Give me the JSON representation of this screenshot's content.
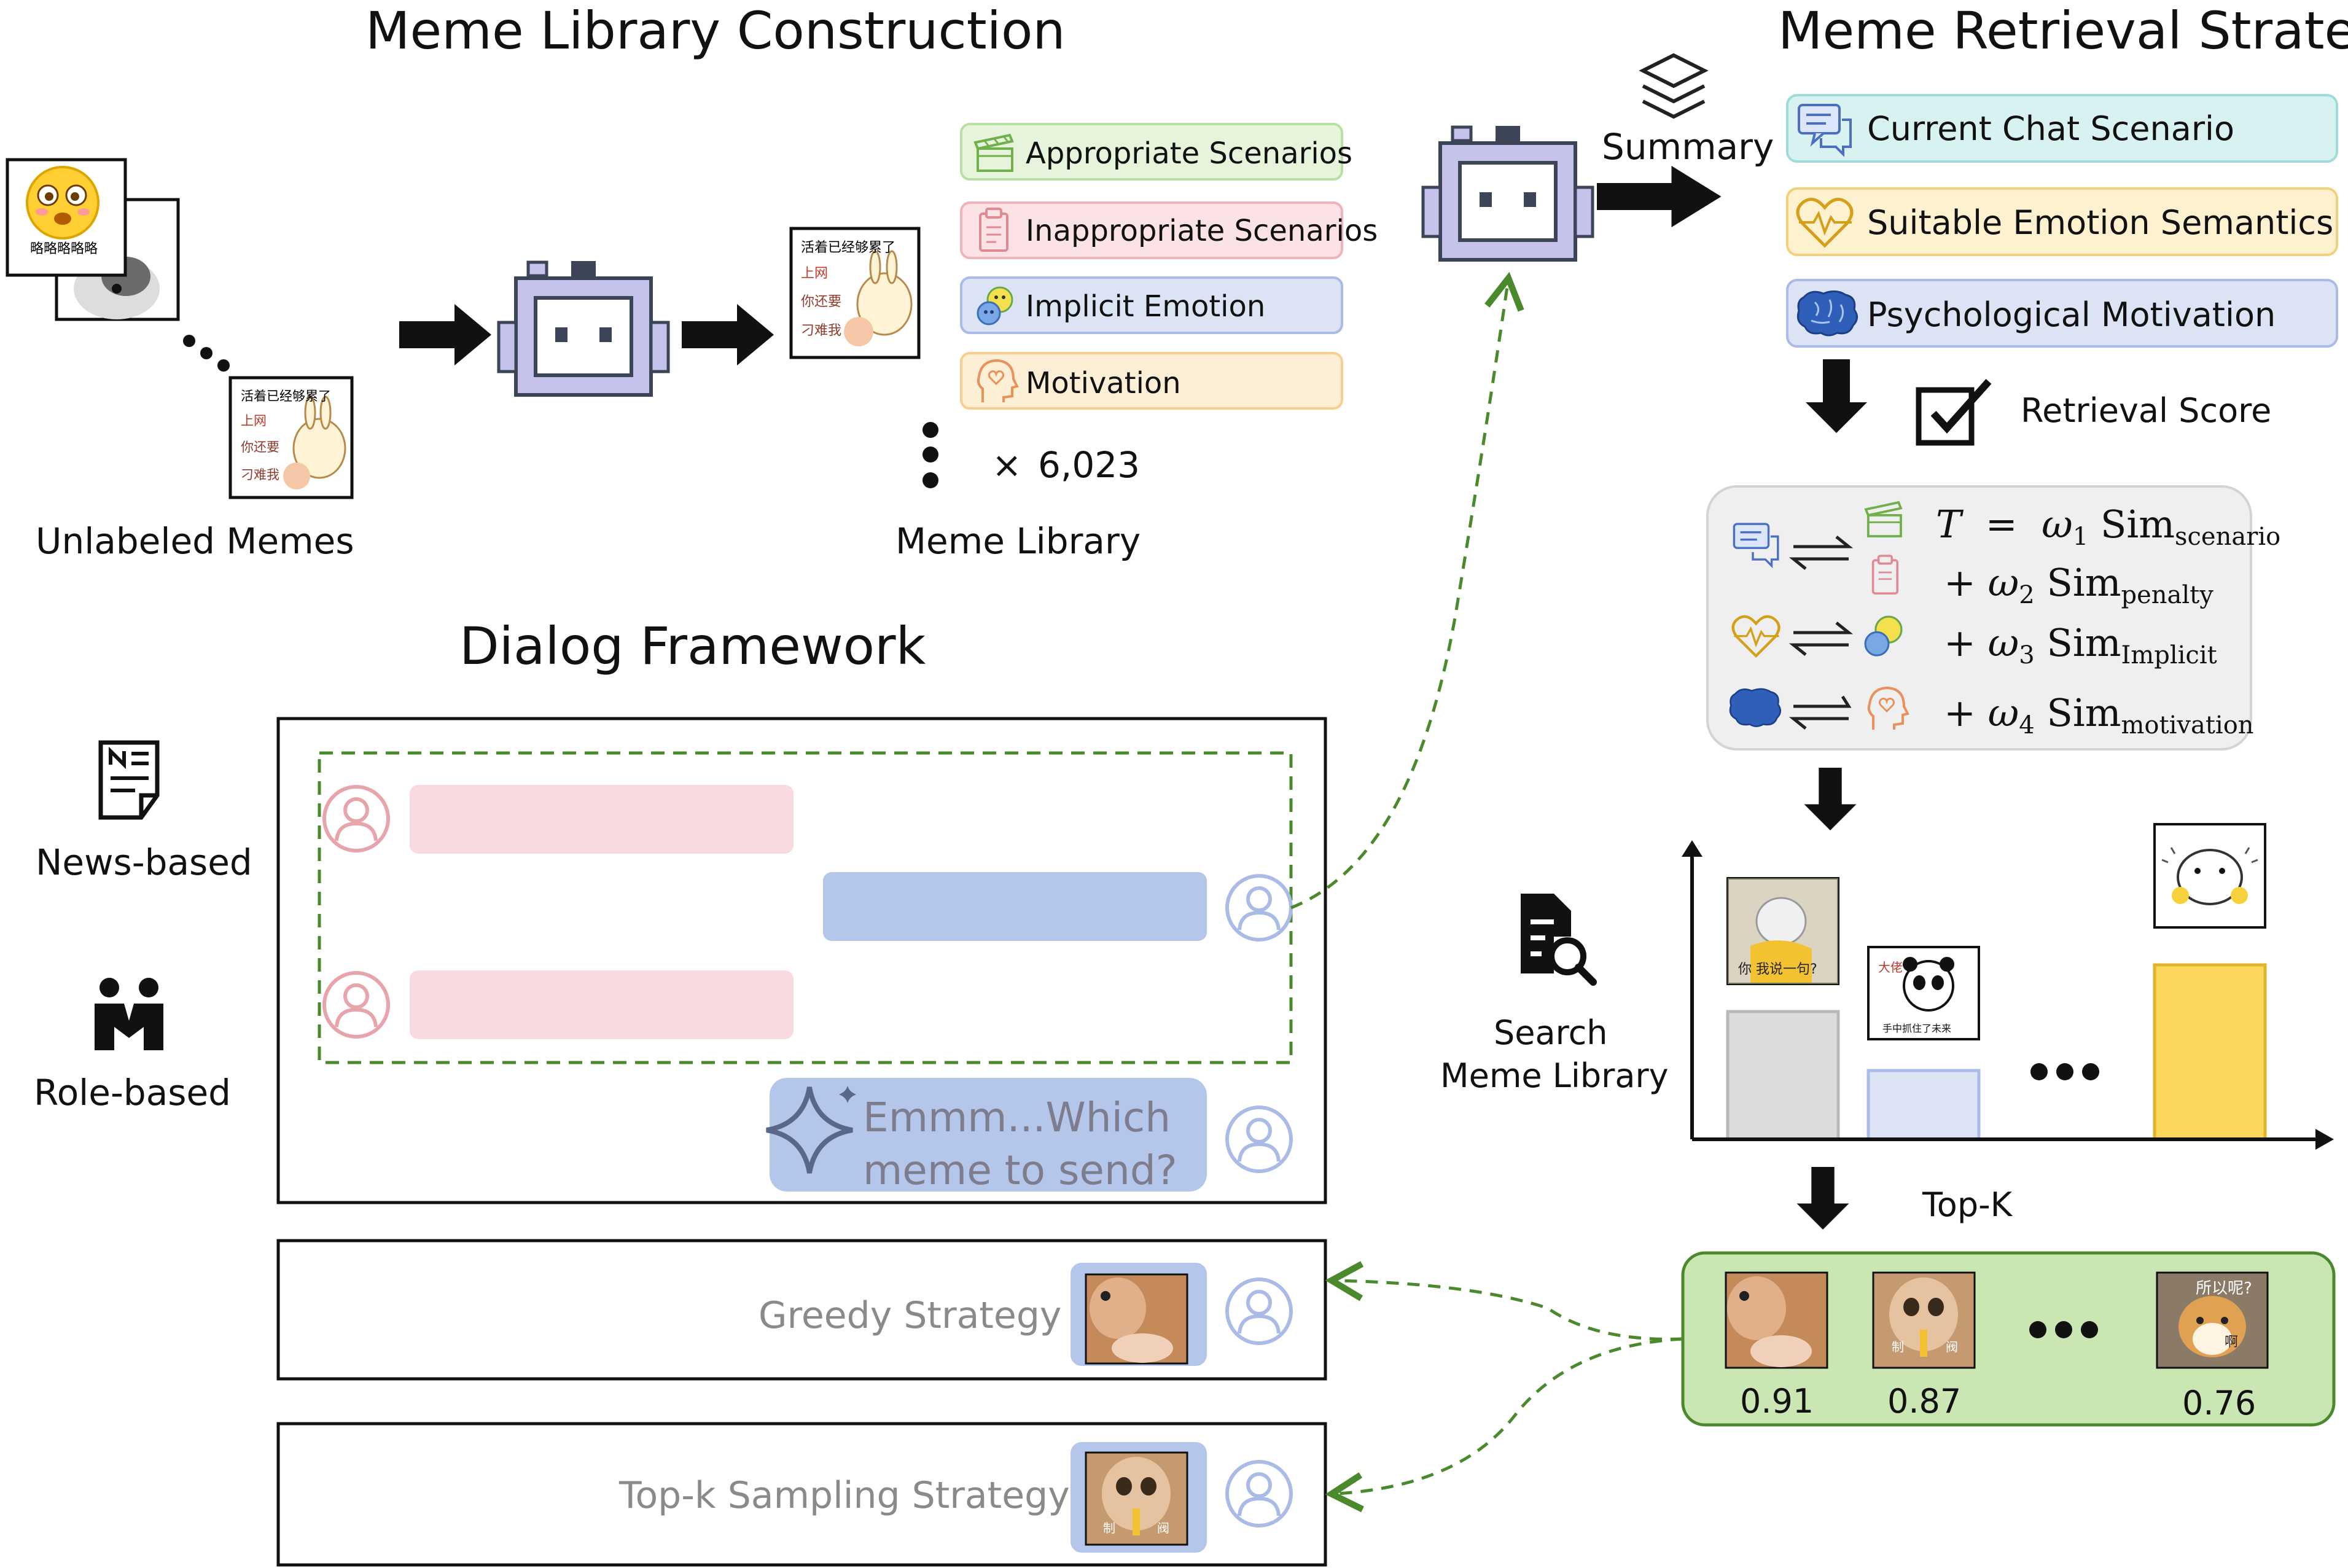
{
  "titles": {
    "library_construction": "Meme Library Construction",
    "retrieval_strategy": "Meme Retrieval Strategy",
    "dialog_framework": "Dialog Framework"
  },
  "construction": {
    "unlabeled_label": "Unlabeled Memes",
    "library_label": "Meme Library",
    "count": "6,023",
    "count_prefix": "×",
    "meme_emoji_caption": "略略略略略",
    "meme_rabbit_lines": [
      "活着已经够累了",
      "上网",
      "你还要",
      "刁难我"
    ],
    "attributes": [
      {
        "label": "Appropriate Scenarios",
        "icon": "clapperboard-icon",
        "color": "#e6f4dc",
        "border": "#b9dfa4"
      },
      {
        "label": "Inappropriate Scenarios",
        "icon": "clipboard-icon",
        "color": "#fbe3e5",
        "border": "#f0b3b9"
      },
      {
        "label": "Implicit Emotion",
        "icon": "emotion-faces-icon",
        "color": "#dbe3f5",
        "border": "#a9bbe6"
      },
      {
        "label": "Motivation",
        "icon": "head-heart-icon",
        "color": "#fdefd6",
        "border": "#f6cf8e"
      }
    ]
  },
  "retrieval": {
    "summary_label": "Summary",
    "summary_items": [
      {
        "label": "Current Chat Scenario",
        "icon": "chat-bubbles-icon",
        "color": "#d8f2f2",
        "border": "#9fdbdb"
      },
      {
        "label": "Suitable Emotion Semantics",
        "icon": "heart-pulse-icon",
        "color": "#fdf1cf",
        "border": "#f1d17b"
      },
      {
        "label": "Psychological Motivation",
        "icon": "brain-icon",
        "color": "#dbe3f5",
        "border": "#a9bbe6"
      }
    ],
    "retrieval_score_label": "Retrieval Score",
    "formula": {
      "lhs": "T",
      "eq": "=",
      "terms": [
        {
          "prefix": "",
          "weight": "ω",
          "weight_sub": "1",
          "sim": "Sim",
          "sim_sub": "scenario"
        },
        {
          "prefix": "+",
          "weight": "ω",
          "weight_sub": "2",
          "sim": "Sim",
          "sim_sub": "penalty"
        },
        {
          "prefix": "+",
          "weight": "ω",
          "weight_sub": "3",
          "sim": "Sim",
          "sim_sub": "Implicit"
        },
        {
          "prefix": "+",
          "weight": "ω",
          "weight_sub": "4",
          "sim": "Sim",
          "sim_sub": "motivation"
        }
      ]
    },
    "search_label_line1": "Search",
    "search_label_line2": "Meme Library",
    "topk_label": "Top-K",
    "topk_scores": [
      "0.91",
      "0.87",
      "0.76"
    ],
    "shiba_caption_top": "所以呢?",
    "shiba_caption_bottom": "啊",
    "panda_caption_top": "大佬",
    "panda_caption_bottom": "手中抓住了未来",
    "cat_caption": "你 我说一句?",
    "monkey_caption_left": "制",
    "monkey_caption_right": "阀"
  },
  "bar_chart": {
    "type": "bar",
    "values": [
      0.52,
      0.28,
      0.71
    ],
    "bar_colors": [
      "#dcdcdc",
      "#dbe3f5",
      "#fbd75b"
    ],
    "bar_borders": [
      "#b8b8b8",
      "#a9bbe6",
      "#e0b428"
    ]
  },
  "dialog": {
    "news_label": "News-based",
    "role_label": "Role-based",
    "thinking_line1": "Emmm...Which",
    "thinking_line2": "meme to send?",
    "greedy_label": "Greedy Strategy",
    "topk_sampling_label": "Top-k Sampling Strategy"
  },
  "colors": {
    "user_pink": "#e7a4ab",
    "user_blue": "#a9bbe6",
    "bubble_pink": "#f9dade",
    "bubble_blue": "#b4c6ea",
    "dashed_green": "#4a8a2c",
    "topk_green": "#c9e6b3",
    "robot_purple": "#c5c2ec",
    "robot_dark": "#3c4557"
  }
}
